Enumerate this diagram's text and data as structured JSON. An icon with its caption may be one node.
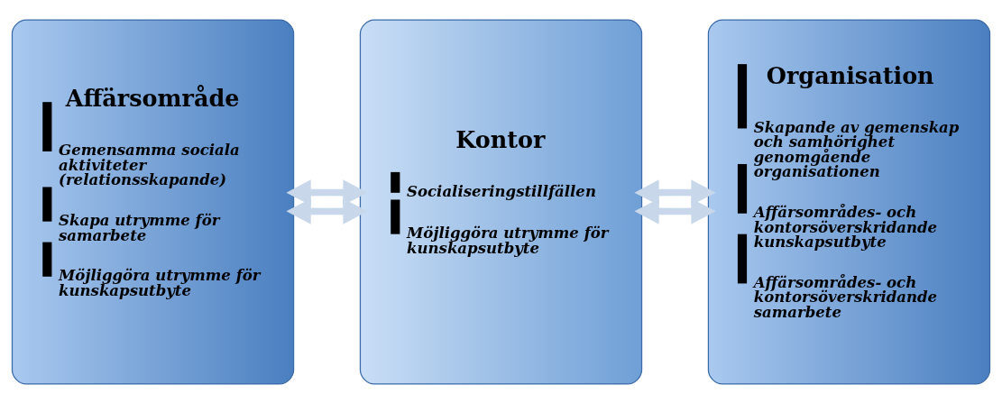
{
  "diagram": {
    "nodes": [
      {
        "text": [
          "Affärsområde",
          "Gemensamma sociala aktiviteter (relationsskapande)",
          "Skapa utrymme för samarbete",
          "Möjliggöra utrymme för kunskapsutbyte"
        ]
      },
      {
        "text": [
          "Kontor",
          "Socialiseringstillfällen",
          "Möjliggöra utrymme för kunskapsutbyte"
        ]
      },
      {
        "text": [
          "Organisation",
          "Skapande av gemenskap och samhörighet genomgående organisationen",
          "Affärsområdes- och kontorsöverskridande kunskapsutbyte",
          "Affärsområdes- och kontorsöverskridande samarbete"
        ]
      }
    ],
    "edges": [
      {
        "from": 0,
        "to": 1,
        "arrow": "both"
      },
      {
        "from": 0,
        "to": 1,
        "arrow": "both"
      },
      {
        "from": 1,
        "to": 2,
        "arrow": "both"
      },
      {
        "from": 1,
        "to": 2,
        "arrow": "both"
      }
    ]
  }
}
